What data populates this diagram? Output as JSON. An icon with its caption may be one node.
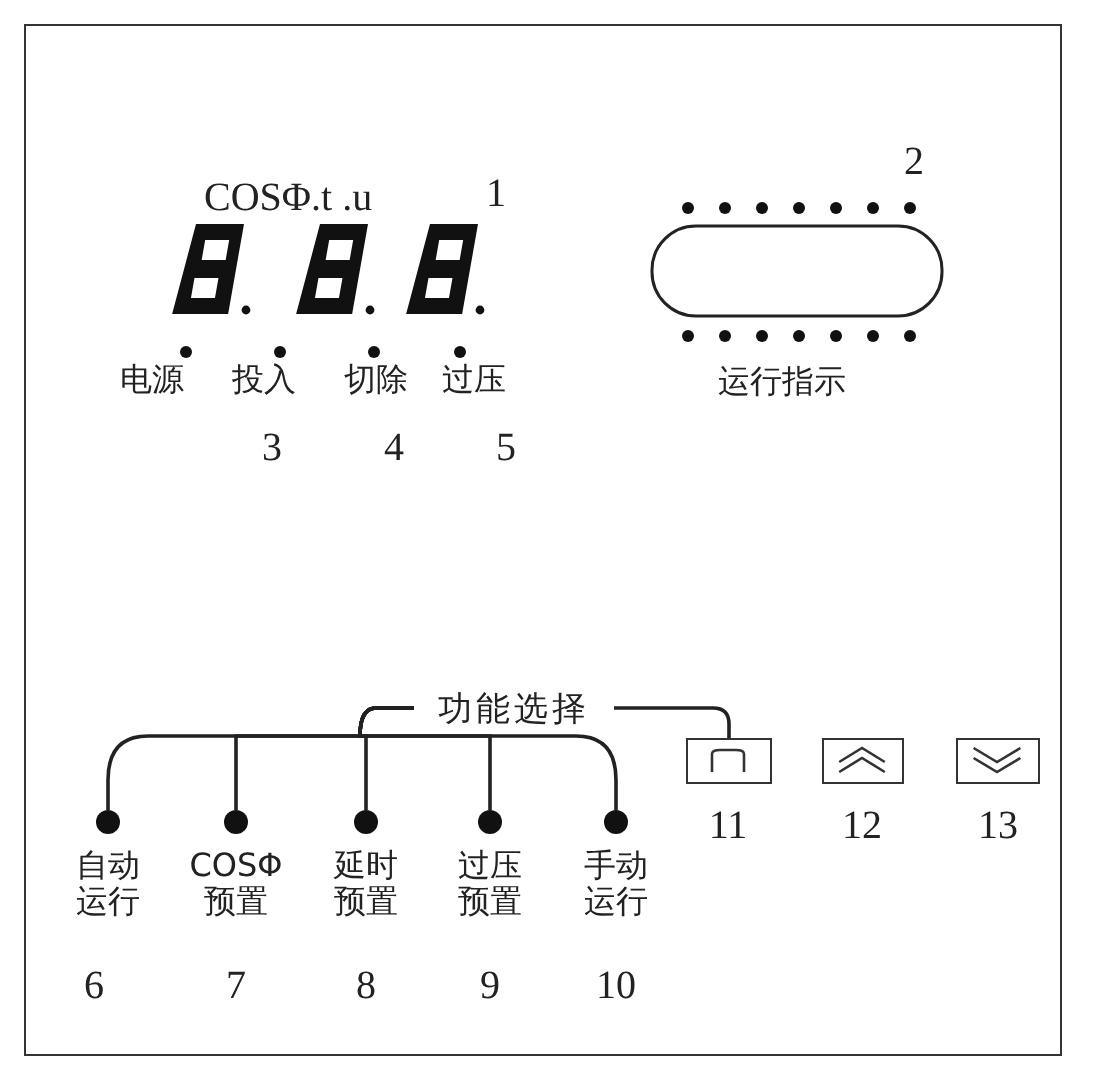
{
  "diagram": {
    "nodes": [
      {
        "text": [
          "功能选择"
        ]
      },
      {
        "text": [],
        "shape": "circle"
      },
      {
        "text": [],
        "shape": "circle"
      },
      {
        "text": [],
        "shape": "circle"
      },
      {
        "text": [],
        "shape": "circle"
      },
      {
        "text": [],
        "shape": "circle"
      },
      {
        "text": [],
        "shape": "box"
      },
      {
        "text": [],
        "shape": "box"
      },
      {
        "text": [],
        "shape": "box"
      }
    ],
    "edges": [
      {
        "from": 0,
        "to": 1,
        "arrow": "none"
      },
      {
        "from": 0,
        "to": 2,
        "arrow": "none"
      },
      {
        "from": 0,
        "to": 3,
        "arrow": "none"
      },
      {
        "from": 0,
        "to": 4,
        "arrow": "none"
      },
      {
        "from": 0,
        "to": 5,
        "arrow": "none"
      },
      {
        "from": 0,
        "to": 6,
        "arrow": "none"
      }
    ],
    "labels": [
      "COSΦ.t .u",
      "1",
      "2",
      "电源",
      "投入",
      "切除",
      "过压",
      "运行指示",
      "3",
      "4",
      "5",
      "自动运行",
      "COSΦ 预置",
      "延时预置",
      "过压预置",
      "手动运行",
      "11",
      "12",
      "13",
      "6",
      "7",
      "8",
      "9",
      "10"
    ]
  }
}
